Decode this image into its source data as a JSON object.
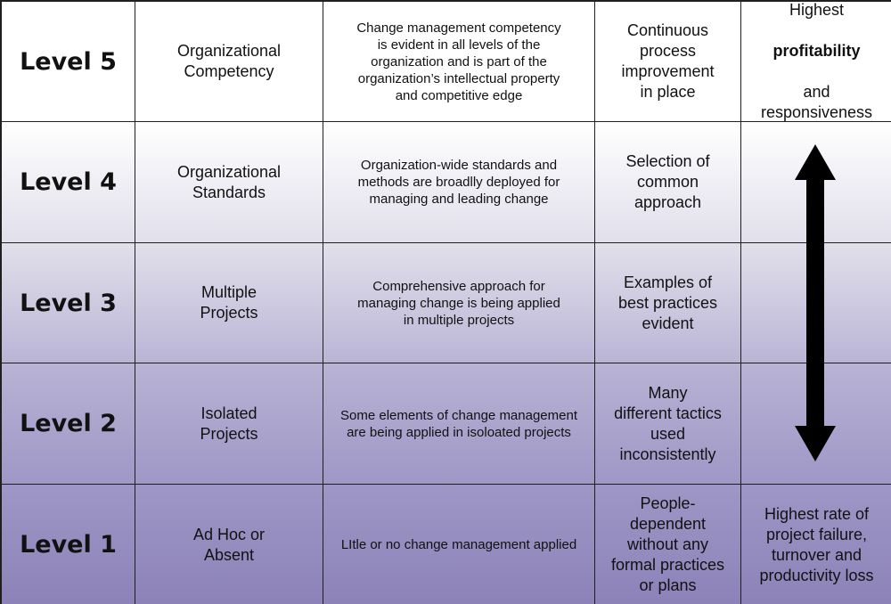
{
  "levels": [
    {
      "level": "Level 5",
      "name": "Organizational\nCompetency",
      "description": "Change management competency\nis evident in all levels of the\norganization and is part of the\norganization’s intellectual property\nand competitive edge",
      "characteristic": "Continuous\nprocess\nimprovement\nin place"
    },
    {
      "level": "Level 4",
      "name": "Organizational\nStandards",
      "description": "Organization-wide standards and\nmethods are broadlly deployed for\nmanaging and leading change",
      "characteristic": "Selection of\ncommon\napproach"
    },
    {
      "level": "Level 3",
      "name": "Multiple\nProjects",
      "description": "Comprehensive approach for\nmanaging change is being applied\nin multiple projects",
      "characteristic": "Examples of\nbest practices\nevident"
    },
    {
      "level": "Level 2",
      "name": "Isolated\nProjects",
      "description": "Some elements of change management\nare being applied in isoloated projects",
      "characteristic": "Many\ndifferent tactics\nused\ninconsistently"
    },
    {
      "level": "Level 1",
      "name": "Ad Hoc or\nAbsent",
      "description": "LItle or no change management applied",
      "characteristic": "People-dependent\nwithout any\nformal practices\nor plans"
    }
  ],
  "outcomes": {
    "top_line1": "Highest",
    "top_bold": "profitability",
    "top_line3": "and\nresponsiveness",
    "bottom": "Highest rate of\nproject failure,\nturnover and\nproductivity loss"
  },
  "colors": {
    "border": "#1f1f1f",
    "arrow": "#000000",
    "gradient_top": "#ffffff",
    "gradient_bottom": "#8c82b8"
  },
  "icons": {
    "arrow": "double-headed-vertical-arrow-icon"
  }
}
